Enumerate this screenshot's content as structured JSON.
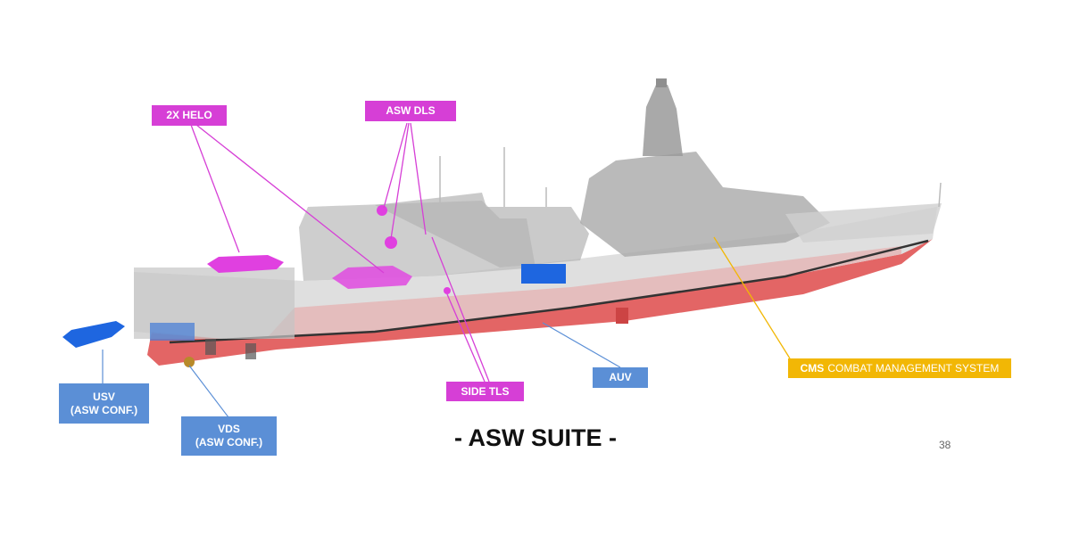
{
  "title": "- ASW SUITE -",
  "page_number": "38",
  "colors": {
    "magenta": "#d63fd6",
    "blue": "#5b8fd6",
    "amber": "#f2b705",
    "hull_red": "#e05454",
    "hull_grey": "#c9c9c9"
  },
  "labels": {
    "helo": "2X HELO",
    "asw_dls": "ASW DLS",
    "side_tls": "SIDE TLS",
    "auv": "AUV",
    "cms_abbr": "CMS",
    "cms_text": "COMBAT MANAGEMENT SYSTEM",
    "usv_line1": "USV",
    "usv_line2": "(ASW CONF.)",
    "vds_line1": "VDS",
    "vds_line2": "(ASW CONF.)"
  }
}
